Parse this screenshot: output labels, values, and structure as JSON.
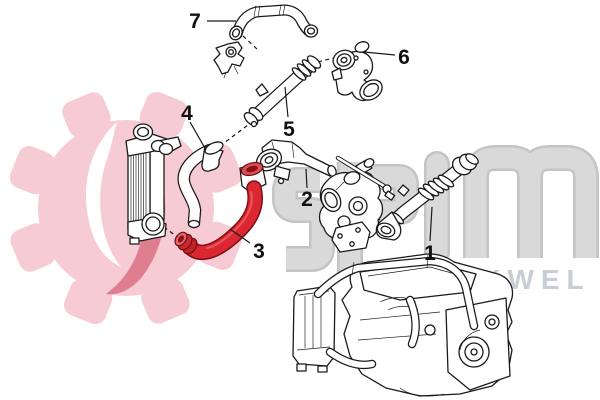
{
  "diagram": {
    "kind": "exploded-parts-diagram",
    "subject": "turbocharger intake hose kit with intercooler and engine",
    "highlighted_part_label": "3",
    "highlight_color": "#d7232b"
  },
  "watermarks": {
    "brand": "seim",
    "brand_color": "#d8d8d8",
    "distributor": "AKWEL",
    "distributor_color": "#c9cdd6",
    "logo": {
      "shape": "gear-with-swirl",
      "gear_color": "#f7cbd3",
      "swirl_color": "#df7e8f"
    }
  },
  "parts": [
    {
      "label": "1",
      "highlighted": false
    },
    {
      "label": "2",
      "highlighted": false
    },
    {
      "label": "3",
      "highlighted": true
    },
    {
      "label": "4",
      "highlighted": false
    },
    {
      "label": "5",
      "highlighted": false
    },
    {
      "label": "6",
      "highlighted": false
    },
    {
      "label": "7",
      "highlighted": false
    }
  ]
}
